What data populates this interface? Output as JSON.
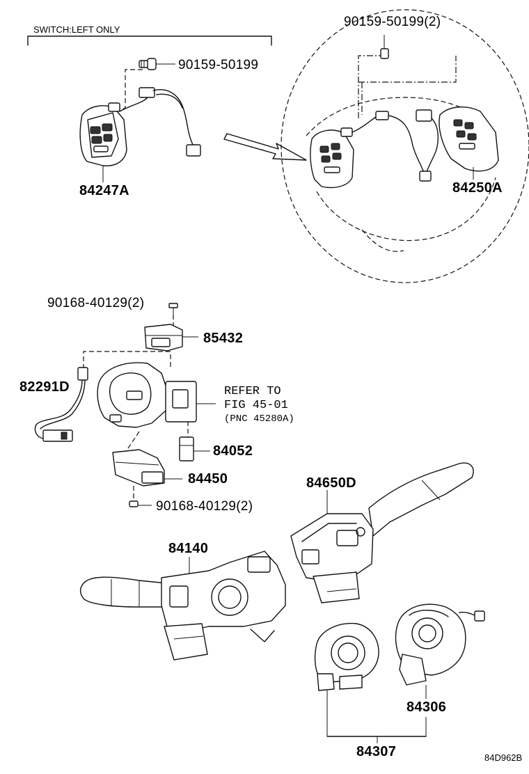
{
  "figure": {
    "header_note": "SWITCH:LEFT ONLY",
    "figure_code": "84D962B"
  },
  "labels": {
    "p_90159_50199": "90159-50199",
    "p_90159_50199_2": "90159-50199(2)",
    "p_84247A": "84247A",
    "p_84250A": "84250A",
    "p_90168_40129_2_top": "90168-40129(2)",
    "p_85432": "85432",
    "p_82291D": "82291D",
    "refer_line1": "REFER TO",
    "refer_line2": "FIG 45-01",
    "refer_line3": "(PNC 45280A)",
    "p_84052": "84052",
    "p_84450": "84450",
    "p_90168_40129_2_bottom": "90168-40129(2)",
    "p_84650D": "84650D",
    "p_84140": "84140",
    "p_84306": "84306",
    "p_84307": "84307"
  }
}
